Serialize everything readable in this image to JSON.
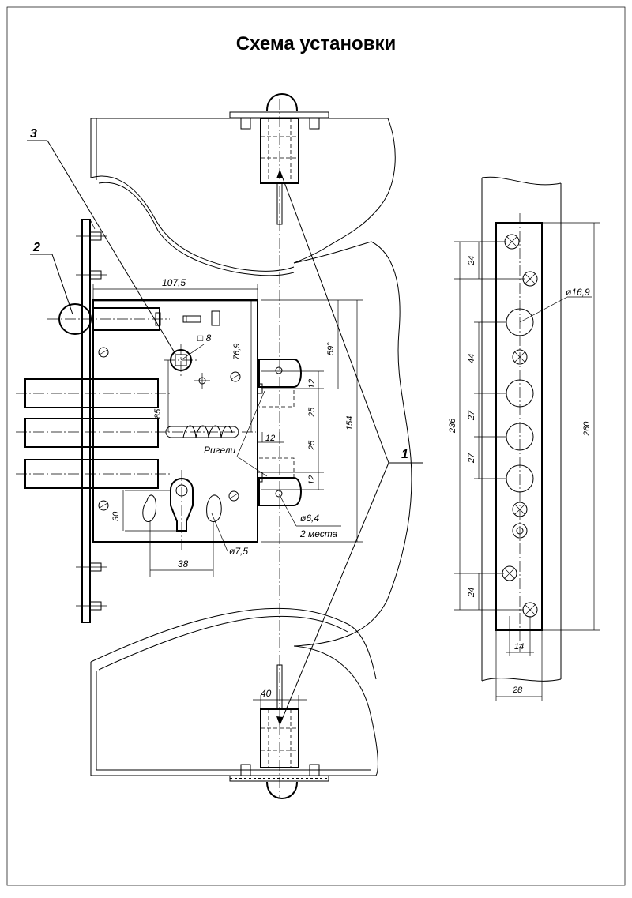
{
  "title": "Схема установки",
  "callouts": {
    "c1": "1",
    "c2": "2",
    "c3": "3"
  },
  "lock": {
    "width": "107,5",
    "backset": "76,9",
    "spindle_square": "□ 8",
    "cam_to_spindle": "85",
    "angle": "59°",
    "height": "154",
    "bolt_gap_top": "12",
    "bolt_pitch_top": "25",
    "bolt_offset": "12",
    "bolt_pitch_bottom": "25",
    "bolt_gap_bottom": "12",
    "bolts_label": "Ригели",
    "hole_diameter": "ø6,4",
    "hole_count": "2 места",
    "cylinder_offset": "30",
    "cylinder_spacing": "38",
    "slot_diameter": "ø7,5"
  },
  "rod": {
    "width": "40"
  },
  "strike": {
    "hole_diameter": "ø16,9",
    "top_pitch": "24",
    "mid_pitch": "44",
    "bolt_pitch_1": "27",
    "bolt_pitch_2": "27",
    "bottom_pitch": "24",
    "inner_length": "236",
    "total_length": "260",
    "screw_offset": "14",
    "plate_width": "28"
  }
}
